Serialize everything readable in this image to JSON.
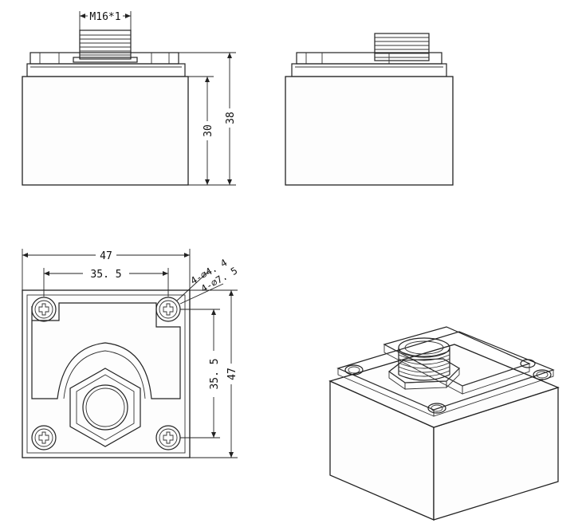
{
  "dimensions": {
    "thread": "M16*1",
    "height_total": "38",
    "height_body": "30",
    "width_outer": "47",
    "hole_spacing_x": "35. 5",
    "hole_small": "4-⌀4. 4",
    "hole_large": "4-⌀7. 5",
    "hole_spacing_y": "35. 5",
    "height_outer": "47"
  }
}
